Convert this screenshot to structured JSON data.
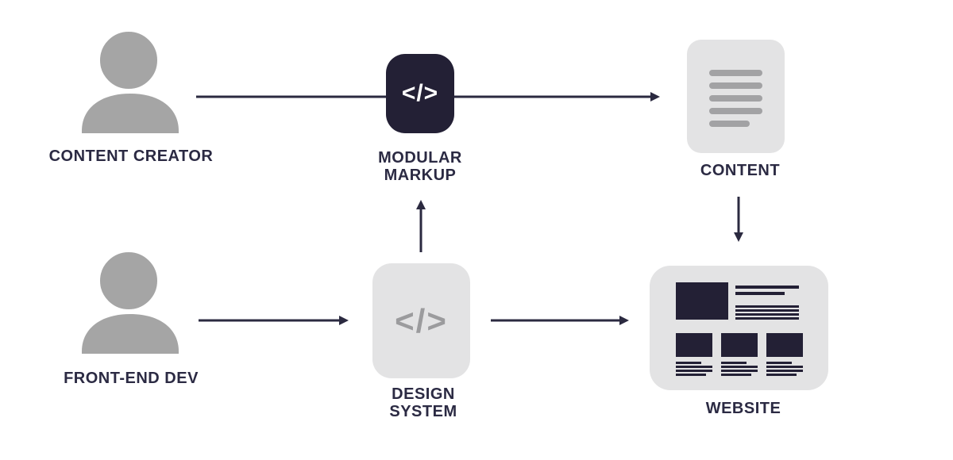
{
  "diagram": {
    "nodes": {
      "content_creator": {
        "label": "CONTENT CREATOR",
        "icon": "person-icon"
      },
      "modular_markup": {
        "label": "MODULAR MARKUP",
        "glyph": "</>",
        "icon": "code-icon"
      },
      "content": {
        "label": "CONTENT",
        "icon": "document-icon"
      },
      "front_end_dev": {
        "label": "FRONT-END DEV",
        "icon": "person-icon"
      },
      "design_system": {
        "label": "DESIGN SYSTEM",
        "glyph": "</>",
        "icon": "code-icon"
      },
      "website": {
        "label": "WEBSITE",
        "icon": "browser-layout-icon"
      }
    },
    "edges": [
      {
        "from": "content_creator",
        "to": "modular_markup",
        "arrowhead": false
      },
      {
        "from": "modular_markup",
        "to": "content",
        "arrowhead": true
      },
      {
        "from": "front_end_dev",
        "to": "design_system",
        "arrowhead": true
      },
      {
        "from": "design_system",
        "to": "website",
        "arrowhead": true
      },
      {
        "from": "design_system",
        "to": "modular_markup",
        "arrowhead": true
      },
      {
        "from": "content",
        "to": "website",
        "arrowhead": true
      }
    ],
    "palette": {
      "background": "#ffffff",
      "navy_dark": "#232035",
      "arrow_line": "#2b2a40",
      "label_text": "#2b2a43",
      "person_gray": "#a5a5a5",
      "light_gray_box": "#e3e3e4",
      "doc_bar_gray": "#a2a2a4",
      "code_glyph_gray": "#9b9b9d"
    }
  }
}
